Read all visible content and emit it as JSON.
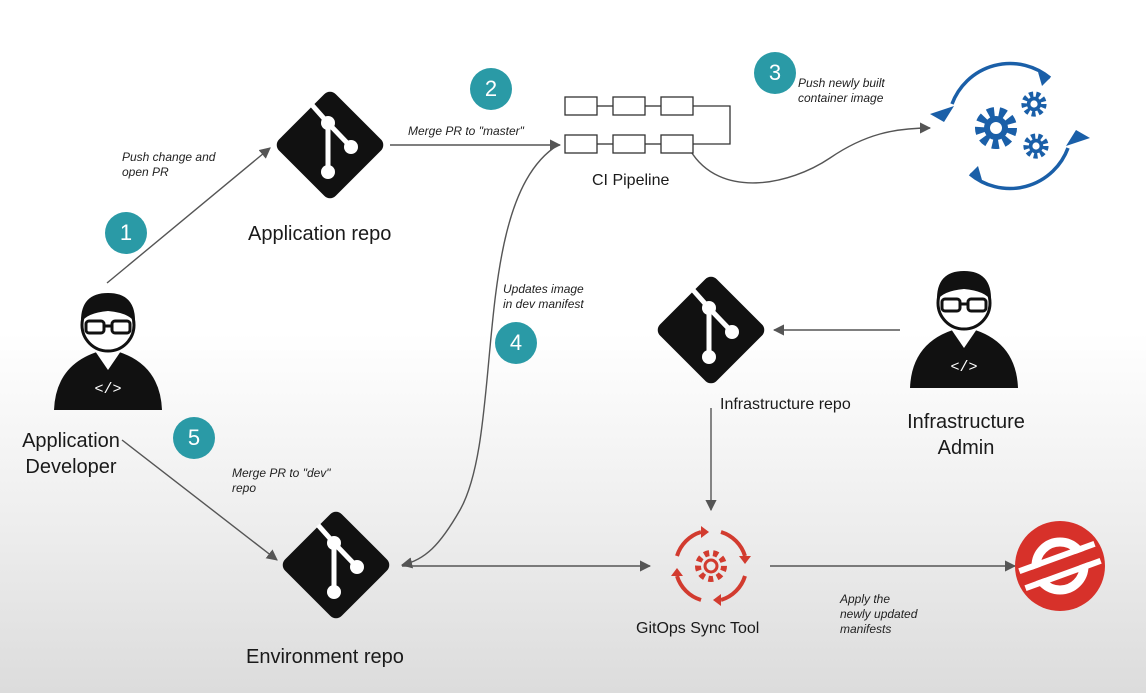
{
  "steps": {
    "s1": "1",
    "s2": "2",
    "s3": "3",
    "s4": "4",
    "s5": "5"
  },
  "edges": {
    "push_change": "Push change and\nopen PR",
    "merge_master": "Merge PR to \"master\"",
    "push_image": "Push newly built\ncontainer image",
    "updates_image": "Updates image\nin dev manifest",
    "merge_dev": "Merge PR to \"dev\"\nrepo",
    "apply_manifests": "Apply the\nnewly updated\nmanifests"
  },
  "nodes": {
    "app_repo": "Application repo",
    "ci_pipeline": "CI Pipeline",
    "infra_repo": "Infrastructure repo",
    "infra_admin": "Infrastructure\nAdmin",
    "app_dev": "Application\nDeveloper",
    "env_repo": "Environment repo",
    "gitops": "GitOps Sync Tool"
  },
  "icons": {
    "developer": "developer-avatar-icon",
    "admin": "admin-avatar-icon",
    "git": "git-icon",
    "registry": "gears-cycle-icon",
    "gitops": "gitops-sync-icon",
    "openshift": "openshift-icon",
    "code_badge": "</>"
  },
  "colors": {
    "step_badge": "#2a9aa6",
    "registry_blue": "#1a5fa8",
    "gitops_red": "#d23b2f",
    "openshift_red": "#d7312a"
  }
}
